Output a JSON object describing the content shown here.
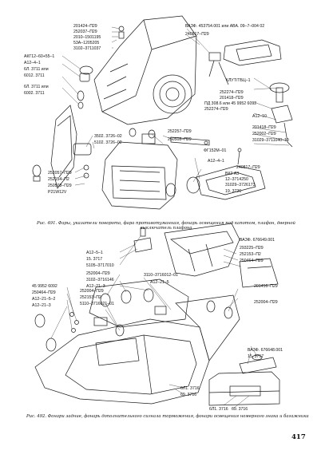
{
  "page_number": "417",
  "figure_491": {
    "caption": "Рис. 491. Фары, указатели поворота, фара противотуманная, фонарь освещения под капотом, плафон, дверной выключатель плафона",
    "labels": [
      "201424–П29",
      "252037–П29",
      "2010–1501195",
      "53А–1205205",
      "3102–3711037",
      "АКГ12–60+55–1",
      "А12–4–1",
      "6Л. 3711 или",
      "6012. 3711",
      "6Л. 3711 или",
      "6002. 3711",
      "ВАЗФ. 453754.001 или АВА. 09–7–004 02",
      "240817–П29",
      "КЛУТ/ТБЦ–1",
      "252274–П29",
      "201418–П29",
      "ПД 308.6 или 45 9952 6092",
      "252274–П29",
      "А12–10",
      "201418–П29",
      "252002–П29",
      "31029–3711040–10",
      "3502. 3726–02",
      "5102. 3726–02",
      "252257–П29",
      "250508–П29",
      "ФГ152М–01",
      "А12–4–1",
      "240817–П29",
      "ВК2 А3",
      "12–3714250",
      "31029–3726173",
      "19. 3726",
      "252057–П29",
      "252154–П2",
      "250508–П29",
      "P21W12V"
    ]
  },
  "figure_492": {
    "caption": "Рис. 492. Фонари задние, фонарь дополнительного сигнала торможения, фонари освещения номерного знака и багажника",
    "labels": [
      "А12–5–1",
      "15. 3717",
      "5105–3717010",
      "ВАЗФ. 676649.001",
      "293225–П29",
      "252153–П2",
      "250464–П29",
      "252004–П29",
      "3102–3716146",
      "А12–21–3",
      "3110–3716012–01",
      "А12–21–5",
      "45 9952 6092",
      "250464–П29",
      "А12–21–5–2",
      "А12–21–3",
      "252004–П29",
      "252153–П2",
      "5110–3716021–01",
      "201416–П29",
      "252004–П29",
      "ВАЗФ. 676648.001",
      "15. 3717",
      "6Л1. 3716",
      "69. 3716",
      "6Л1. 3716",
      "69. 3716"
    ]
  }
}
